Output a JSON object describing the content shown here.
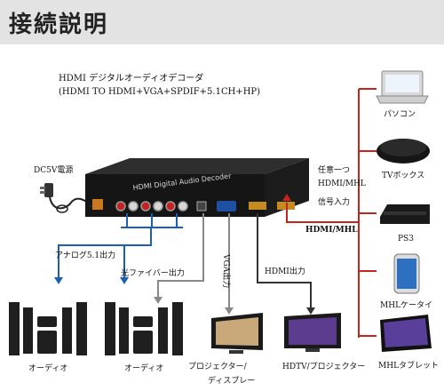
{
  "header": {
    "title": "接続説明"
  },
  "description": {
    "line1": "HDMI デジタルオーディオデコーダ",
    "line2": "(HDMI TO HDMI+VGA+SPDIF+5.1CH+HP)"
  },
  "device": {
    "panel_text": "HDMI Digital Audio Decoder"
  },
  "labels": {
    "power": "DC5V電源",
    "analog_out": "アナログ5.1出力",
    "optical_out": "光ファイバー出力",
    "vga_out": "VGA出力",
    "hdmi_out": "HDMI出力",
    "any_one": "任意一つ",
    "hdmi_mhl_signal": "HDMI/MHL",
    "signal_input": "信号入力",
    "hdmi_mhl": "HDMI/MHL"
  },
  "sources": [
    {
      "label": "パソコン",
      "icon": "laptop-icon"
    },
    {
      "label": "TVボックス",
      "icon": "tv-box-icon"
    },
    {
      "label": "PS3",
      "icon": "game-console-icon"
    },
    {
      "label": "MHLケータイ",
      "icon": "smartphone-icon"
    },
    {
      "label": "MHLタブレット",
      "icon": "tablet-icon"
    }
  ],
  "outputs": {
    "audio_left": "オーディオ",
    "audio_right": "オーディオ",
    "projector_line1": "プロジェクター/",
    "projector_line2": "ディスプレー",
    "hdtv": "HDTV/プロジェクター"
  },
  "colors": {
    "cable_blue": "#1a5fb4",
    "cable_red": "#c4261d",
    "cable_gray": "#777777",
    "device_body": "#151515"
  }
}
